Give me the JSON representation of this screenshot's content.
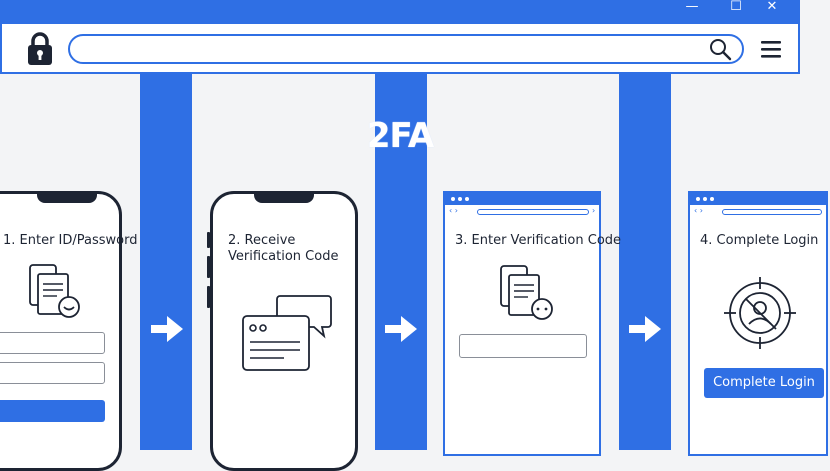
{
  "window": {
    "minimize_glyph": "—",
    "maximize_glyph": "☐",
    "close_glyph": "✕"
  },
  "toolbar": {
    "search_value": "",
    "search_placeholder": ""
  },
  "icons": {
    "lock": "lock-icon",
    "search": "search-icon",
    "menu": "hamburger-menu-icon",
    "arrow": "arrow-right-icon",
    "devices": "devices-icon",
    "chat": "chat-bubbles-icon",
    "target": "target-user-icon"
  },
  "heading": "2FA",
  "steps": [
    {
      "label": "1. Enter ID/Password"
    },
    {
      "label_line1": "2. Receive",
      "label_line2": "Verification Code"
    },
    {
      "label": "3. Enter Verification Code"
    },
    {
      "label": "4. Complete Login",
      "button_label": "Complete Login"
    }
  ],
  "colors": {
    "accent": "#2f6fe4",
    "dark": "#1d2433",
    "background": "#f3f4f6"
  }
}
